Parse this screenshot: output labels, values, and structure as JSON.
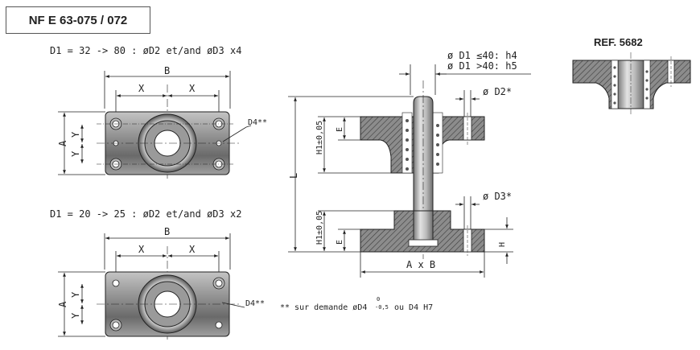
{
  "header": {
    "norm": "NF E 63-075 / 072",
    "ref": "REF. 5682"
  },
  "top_view_1": {
    "caption": "D1 = 32 -> 80 : øD2 et/and øD3 x4",
    "dim_b": "B",
    "dim_x_left": "X",
    "dim_x_right": "X",
    "dim_a": "A",
    "dim_y_top": "Y",
    "dim_y_bottom": "Y",
    "callout_d4": "D4**"
  },
  "top_view_2": {
    "caption": "D1 = 20 -> 25 : øD2 et/and øD3 x2",
    "dim_b": "B",
    "dim_x_left": "X",
    "dim_x_right": "X",
    "dim_a": "A",
    "dim_y_top": "Y",
    "dim_y_bottom": "Y",
    "callout_d4": "D4**"
  },
  "section_view": {
    "tol_d1_small": "ø D1 ≤40: h4",
    "tol_d1_large": "ø D1 >40: h5",
    "dim_d2": "ø D2*",
    "dim_d3": "ø D3*",
    "dim_h1_top": "H1±0,05",
    "dim_e_top": "E",
    "dim_l": "L",
    "dim_h1_bottom": "H1±0,05",
    "dim_e_bottom": "E",
    "dim_h": "H",
    "dim_axb": "A x B"
  },
  "footnote": {
    "prefix": "** sur demande øD4",
    "tol_upper": "0",
    "tol_lower": "-0,5",
    "suffix": "ou D4 H7"
  },
  "colors": {
    "line": "#222222",
    "steel_dark": "#6f6f6f",
    "steel_mid": "#a8a8a8",
    "steel_light": "#d8d8d8",
    "hatch": "#444444"
  }
}
